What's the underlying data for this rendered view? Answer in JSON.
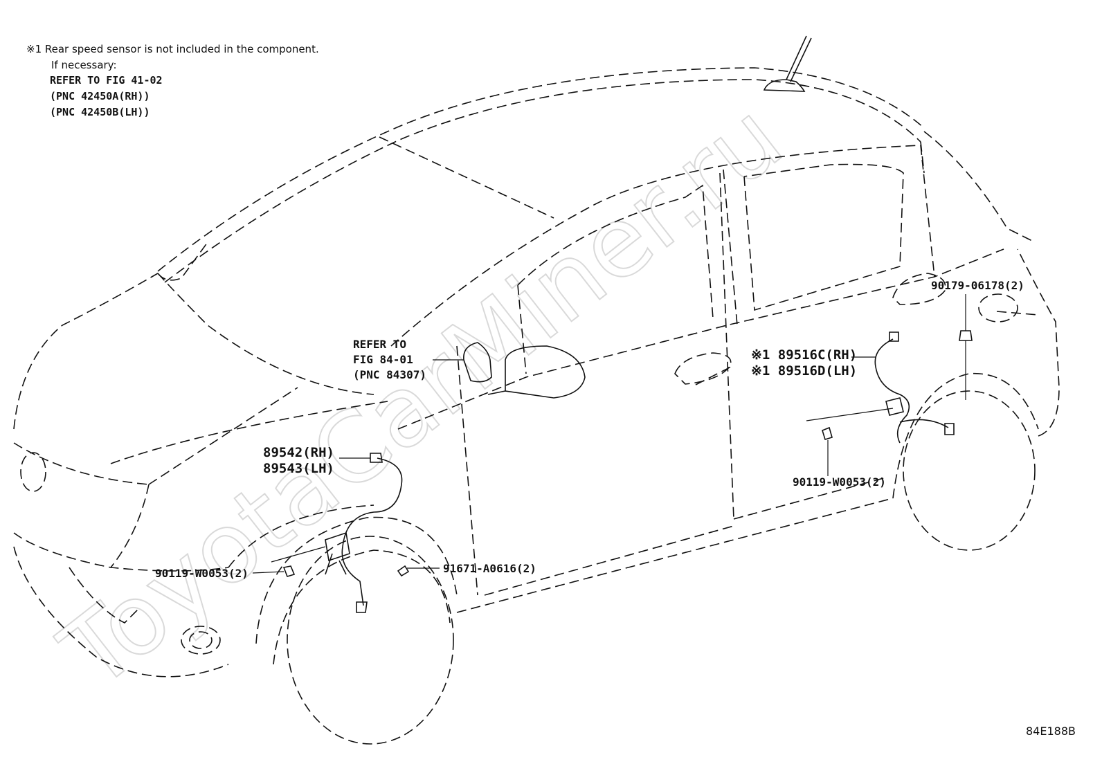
{
  "watermark": "ToyotaCarMiner.ru",
  "note": {
    "line1": "※1 Rear speed sensor is not included in the component.",
    "line2": "If necessary:",
    "line3": "REFER TO FIG 41-02",
    "line4": "(PNC 42450A(RH))",
    "line5": "(PNC 42450B(LH))"
  },
  "callouts": {
    "refer_fig_line1": "REFER TO",
    "refer_fig_line2": "FIG 84-01",
    "refer_fig_line3": "(PNC 84307)",
    "front_sensor_rh": "89542(RH)",
    "front_sensor_lh": "89543(LH)",
    "front_bolt": "90119-W0053(2)",
    "front_clip": "91671-A0616(2)",
    "rear_sensor_rh": "※1 89516C(RH)",
    "rear_sensor_lh": "※1 89516D(LH)",
    "rear_clip": "90179-06178(2)",
    "rear_bolt": "90119-W0053(2)"
  },
  "figure_code": "84E188B"
}
